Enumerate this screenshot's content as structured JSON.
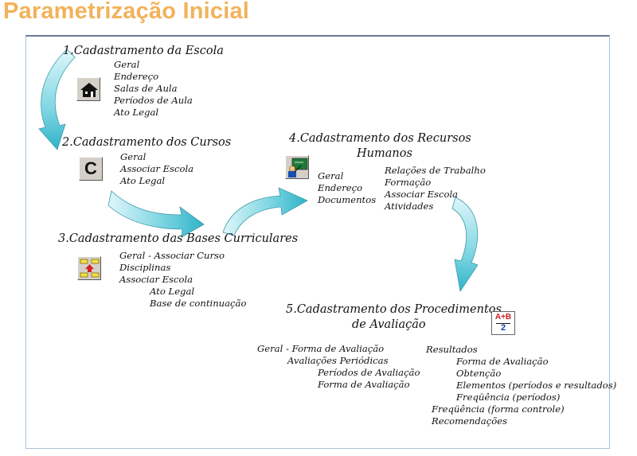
{
  "title": "Parametrização Inicial",
  "steps": [
    {
      "heading": "1.Cadastramento da Escola",
      "items": [
        "Geral",
        "Endereço",
        "Salas de Aula",
        "Períodos de Aula",
        "Ato Legal"
      ]
    },
    {
      "heading": "2.Cadastramento dos Cursos",
      "items": [
        "Geral",
        "Associar Escola",
        "Ato Legal"
      ],
      "icon_letter": "C"
    },
    {
      "heading": "3.Cadastramento das Bases Curriculares",
      "items": [
        "Geral - Associar Curso",
        "Disciplinas",
        "Associar Escola",
        "Ato Legal",
        "Base de continuação"
      ]
    },
    {
      "heading_line1": "4.Cadastramento dos Recursos",
      "heading_line2": "Humanos",
      "items_left": [
        "Geral",
        "Endereço",
        "Documentos"
      ],
      "items_right": [
        "Relações de Trabalho",
        "Formação",
        "Associar Escola",
        "Atividades"
      ]
    },
    {
      "heading_line1": "5.Cadastramento dos Procedimentos",
      "heading_line2": "de Avaliação",
      "items_left": [
        "Geral - Forma de Avaliação",
        "Avaliações Periódicas",
        "Períodos de Avaliação",
        "Forma de Avaliação"
      ],
      "items_right": [
        "Resultados",
        "Forma de Avaliação",
        "Obtenção",
        "Elementos (períodos e resultados)",
        "Freqüência (períodos)",
        "Freqüência (forma controle)",
        "Recomendações"
      ],
      "icon_top": "A+B",
      "icon_bottom": "2"
    }
  ],
  "colors": {
    "title": "#f2b25a",
    "arrow_light": "#dff6fa",
    "arrow_dark": "#2fb3c6",
    "arrow_edge": "#3e9aa8",
    "panel_top_border": "#6b7b90",
    "panel_border": "#a7c4de"
  },
  "icons": [
    "house-icon",
    "course-c-icon",
    "curriculum-tree-icon",
    "teacher-board-icon",
    "grade-sheet-icon"
  ]
}
